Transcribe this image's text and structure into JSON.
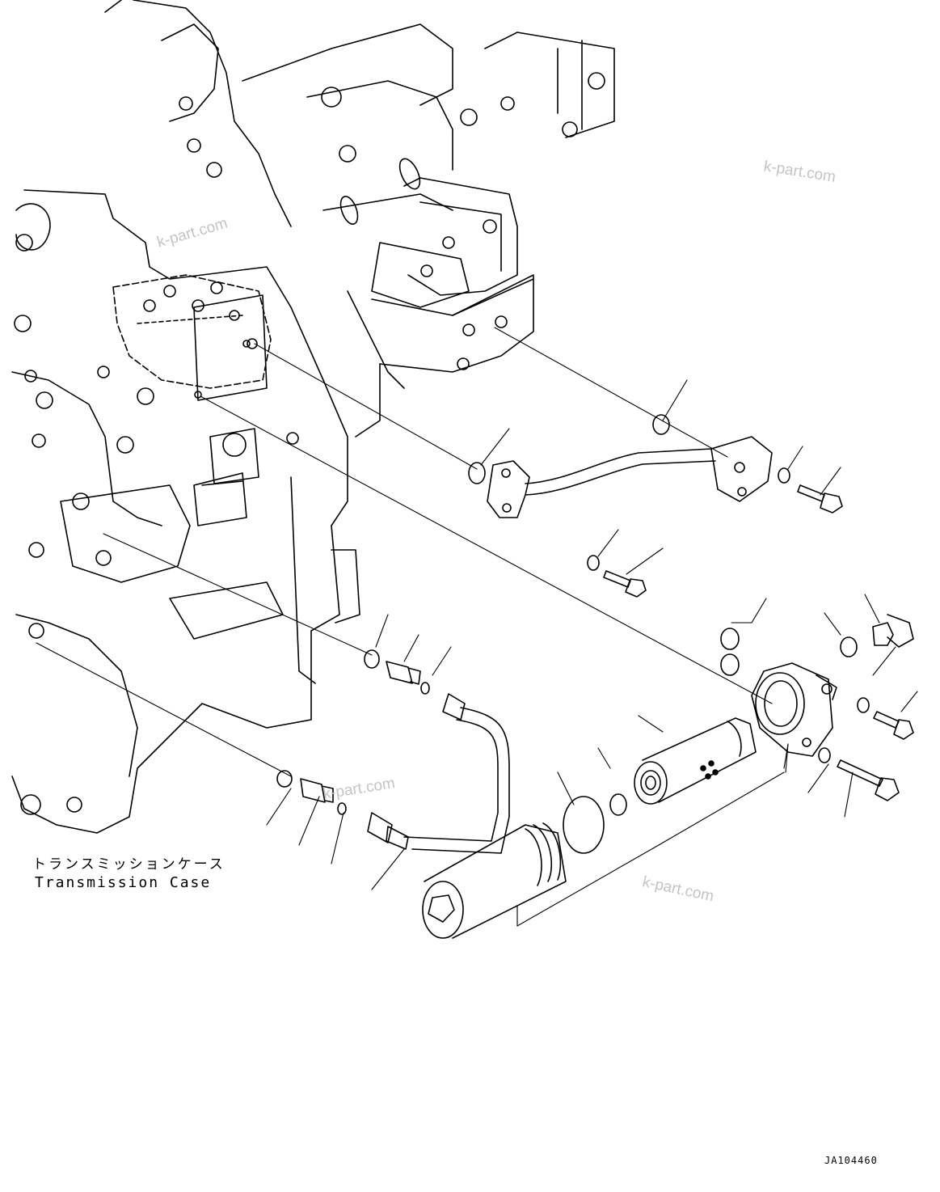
{
  "caption": {
    "japanese": "トランスミッションケース",
    "english": "Transmission Case"
  },
  "watermarks": [
    "k-part.com",
    "k-part.com",
    "k-part.com",
    "k-part.com"
  ],
  "drawing_code": "JA104460"
}
